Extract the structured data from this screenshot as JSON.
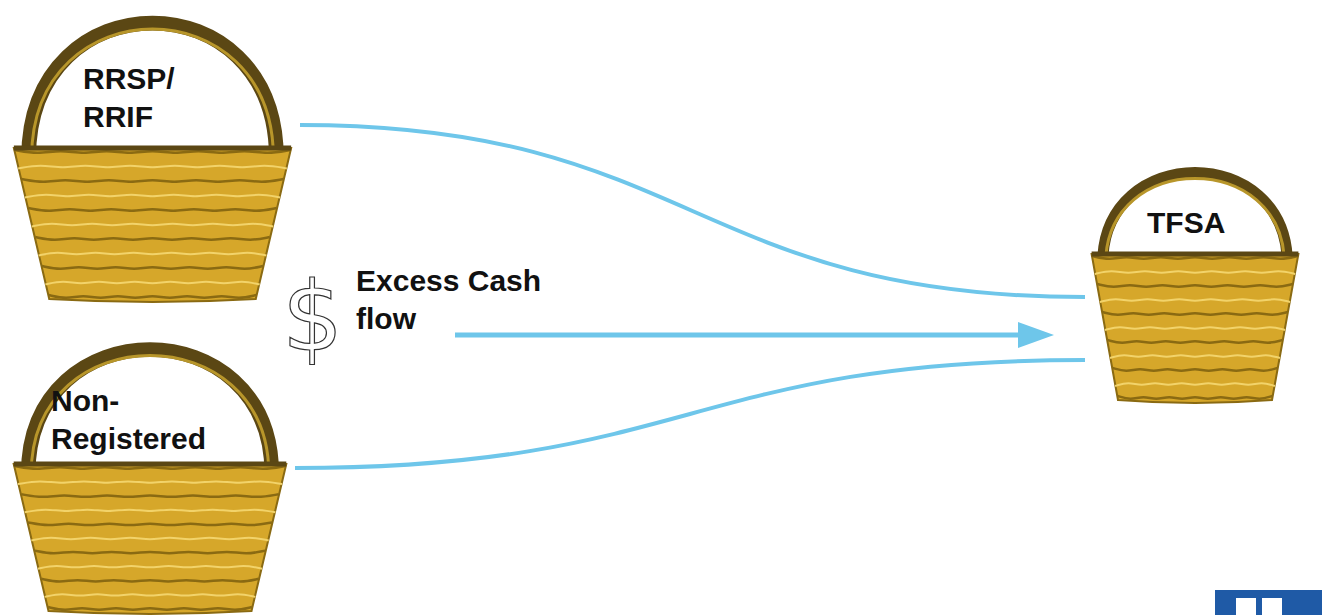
{
  "diagram": {
    "nodes": [
      {
        "text": [
          "RRSP/ RRIF"
        ]
      },
      {
        "text": [
          "Non-Registered"
        ]
      },
      {
        "text": [
          "TFSA"
        ]
      }
    ],
    "edges": [
      {
        "from": 0,
        "to": 2,
        "arrow": "none"
      },
      {
        "from": 1,
        "to": 2,
        "arrow": "none"
      }
    ],
    "labels": [
      "$",
      "Excess Cash flow"
    ]
  }
}
